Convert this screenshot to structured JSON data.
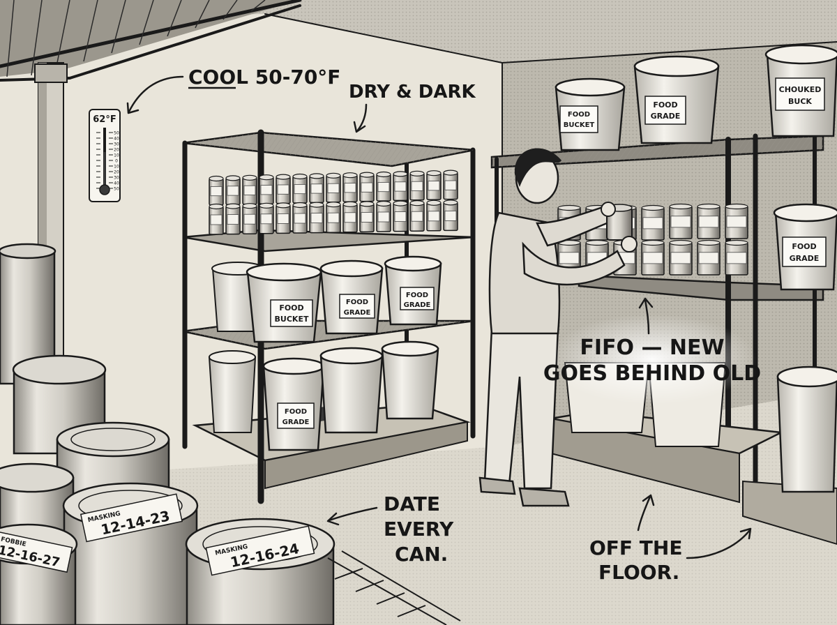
{
  "annotations": {
    "temperature_target": "COOL 50-70°F",
    "dry_dark": "DRY & DARK",
    "fifo_line1": "FIFO — NEW",
    "fifo_line2": "GOES BEHIND OLD",
    "date_line1": "DATE",
    "date_line2": "EVERY",
    "date_line3": "CAN.",
    "floor_line1": "OFF THE",
    "floor_line2": "FLOOR."
  },
  "thermometer": {
    "reading": "62°F",
    "scale": [
      "50",
      "40",
      "30",
      "20",
      "10",
      "0",
      "10",
      "20",
      "30",
      "40",
      "50"
    ]
  },
  "bucket_labels": {
    "food_bucket": [
      "FOOD",
      "BUCKET"
    ],
    "food_grade": [
      "FOOD",
      "GRADE"
    ],
    "chouked_buck": [
      "CHOUKED",
      "BUCK"
    ]
  },
  "can_labels": {
    "can_a_tag": "MASKING",
    "can_a_date": "12-14-23",
    "can_b_tag": "MASKING",
    "can_b_date": "12-16-24",
    "can_c_tag": "FOBBIE",
    "can_c_date": "12-16-27"
  }
}
